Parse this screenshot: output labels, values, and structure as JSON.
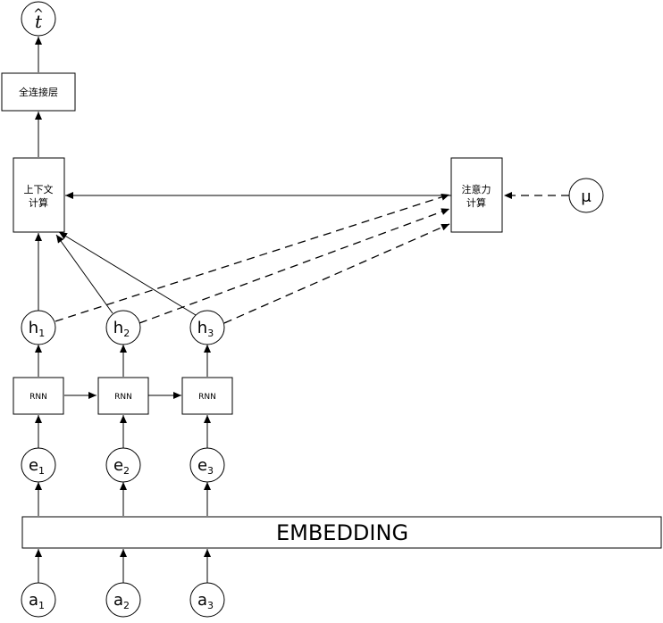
{
  "output": {
    "symbol": "t",
    "hat": "^"
  },
  "fc_layer": {
    "label": "全连接层"
  },
  "context": {
    "line1": "上下文",
    "line2": "计算"
  },
  "attention": {
    "line1": "注意力",
    "line2": "计算"
  },
  "mu": {
    "label": "μ"
  },
  "hidden": [
    {
      "base": "h",
      "sub": "1"
    },
    {
      "base": "h",
      "sub": "2"
    },
    {
      "base": "h",
      "sub": "3"
    }
  ],
  "rnn": [
    {
      "label": "RNN"
    },
    {
      "label": "RNN"
    },
    {
      "label": "RNN"
    }
  ],
  "embedded": [
    {
      "base": "e",
      "sub": "1"
    },
    {
      "base": "e",
      "sub": "2"
    },
    {
      "base": "e",
      "sub": "3"
    }
  ],
  "embedding": {
    "label": "EMBEDDING"
  },
  "inputs": [
    {
      "base": "a",
      "sub": "1"
    },
    {
      "base": "a",
      "sub": "2"
    },
    {
      "base": "a",
      "sub": "3"
    }
  ]
}
